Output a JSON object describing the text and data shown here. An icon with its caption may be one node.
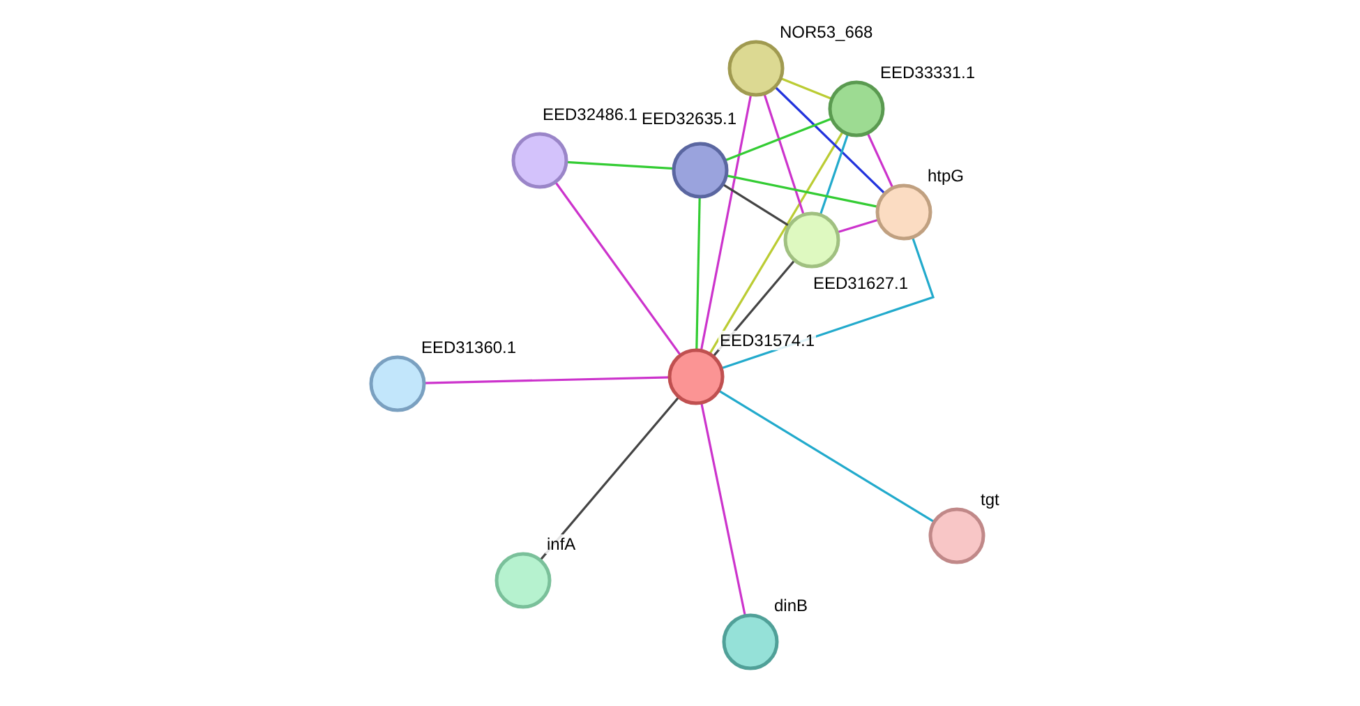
{
  "diagram": {
    "nodes": [
      {
        "text": [
          "NOR53_668"
        ]
      },
      {
        "text": [
          "EED33331.1"
        ]
      },
      {
        "text": [
          "EED32486.1"
        ]
      },
      {
        "text": [
          "EED32635.1"
        ]
      },
      {
        "text": [
          "htpG"
        ]
      },
      {
        "text": [
          "EED31627.1"
        ]
      },
      {
        "text": [
          "EED31360.1"
        ]
      },
      {
        "text": [
          "EED31574.1"
        ]
      },
      {
        "text": [
          "infA"
        ]
      },
      {
        "text": [
          "tgt"
        ]
      },
      {
        "text": [
          "dinB"
        ]
      }
    ],
    "edges": [
      {
        "from": 2,
        "to": 3,
        "arrow": "none",
        "color": "#33cc33"
      },
      {
        "from": 2,
        "to": 7,
        "arrow": "none",
        "color": "#cc33cc"
      },
      {
        "from": 6,
        "to": 7,
        "arrow": "none",
        "color": "#cc33cc"
      },
      {
        "from": 8,
        "to": 7,
        "arrow": "none",
        "color": "#444444"
      },
      {
        "from": 10,
        "to": 7,
        "arrow": "none",
        "color": "#cc33cc"
      },
      {
        "from": 9,
        "to": 7,
        "arrow": "none",
        "color": "#22aacc"
      },
      {
        "from": 3,
        "to": 7,
        "arrow": "none",
        "color": "#33cc33"
      },
      {
        "from": 0,
        "to": 7,
        "arrow": "none",
        "color": "#cc33cc"
      },
      {
        "from": 1,
        "to": 7,
        "arrow": "none",
        "color": "#bbcc33"
      },
      {
        "from": 5,
        "to": 7,
        "arrow": "none",
        "color": "#444444"
      },
      {
        "from": 4,
        "to": 7,
        "arrow": "none",
        "color": "#22aacc"
      },
      {
        "from": 0,
        "to": 1,
        "arrow": "none",
        "color": "#bbcc33"
      },
      {
        "from": 0,
        "to": 5,
        "arrow": "none",
        "color": "#cc33cc"
      },
      {
        "from": 0,
        "to": 4,
        "arrow": "none",
        "color": "#2233dd"
      },
      {
        "from": 1,
        "to": 3,
        "arrow": "none",
        "color": "#33cc33"
      },
      {
        "from": 1,
        "to": 5,
        "arrow": "none",
        "color": "#22aacc"
      },
      {
        "from": 1,
        "to": 4,
        "arrow": "none",
        "color": "#cc33cc"
      },
      {
        "from": 3,
        "to": 4,
        "arrow": "none",
        "color": "#33cc33"
      },
      {
        "from": 3,
        "to": 5,
        "arrow": "none",
        "color": "#444444"
      },
      {
        "from": 5,
        "to": 4,
        "arrow": "none",
        "color": "#cc33cc"
      }
    ]
  }
}
